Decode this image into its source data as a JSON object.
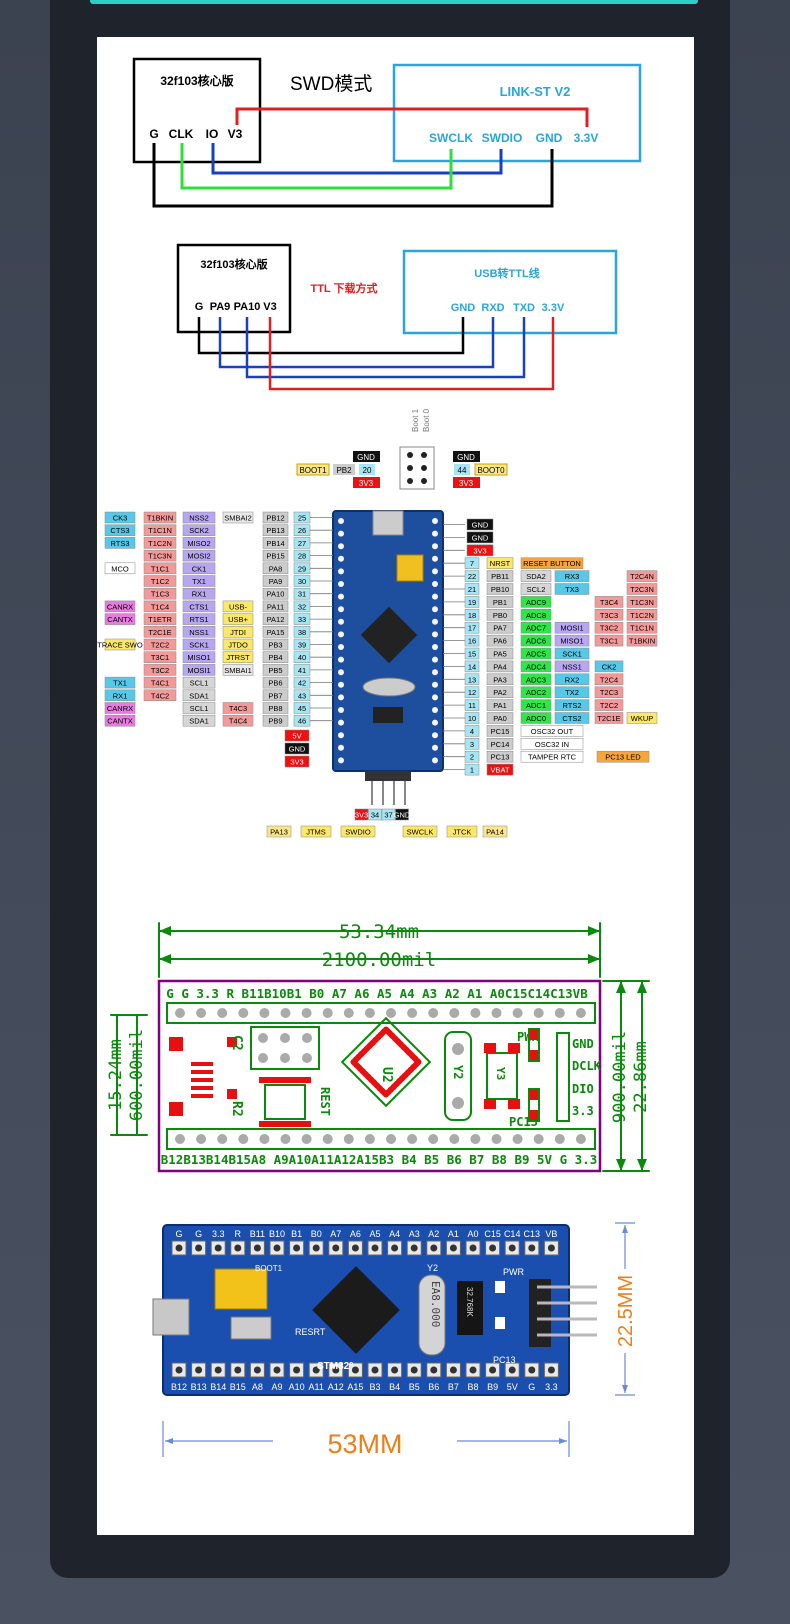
{
  "swd": {
    "board_title": "32f103核心版",
    "mode_label": "SWD模式",
    "board_pins": [
      "G",
      "CLK",
      "IO",
      "V3"
    ],
    "programmer_title": "LINK-ST V2",
    "programmer_pins": [
      "SWCLK",
      "SWDIO",
      "GND",
      "3.3V"
    ]
  },
  "ttl": {
    "board_title": "32f103核心版",
    "mode_label": "TTL 下载方式",
    "board_pins": [
      "G",
      "PA9",
      "PA10",
      "V3"
    ],
    "adapter_title": "USB转TTL线",
    "adapter_pins": [
      "GND",
      "RXD",
      "TXD",
      "3.3V"
    ]
  },
  "pinout": {
    "boot_labels": [
      "Boot 1",
      "Boot 0"
    ],
    "top_left": [
      "GND",
      "3V3"
    ],
    "top_right": [
      "GND",
      "3V3"
    ],
    "boot1_row": [
      "BOOT1",
      "PB2",
      "20"
    ],
    "boot0_row": [
      "44",
      "BOOT0"
    ],
    "left_pins": [
      {
        "alt": [
          "CK3",
          "T1BKIN",
          "NSS2",
          "SMBAI2"
        ],
        "pin": "PB12",
        "num": "25"
      },
      {
        "alt": [
          "CTS3",
          "T1C1N",
          "SCK2",
          ""
        ],
        "pin": "PB13",
        "num": "26"
      },
      {
        "alt": [
          "RTS3",
          "T1C2N",
          "MISO2",
          ""
        ],
        "pin": "PB14",
        "num": "27"
      },
      {
        "alt": [
          "",
          "T1C3N",
          "MOSI2",
          ""
        ],
        "pin": "PB15",
        "num": "28"
      },
      {
        "alt": [
          "MCO",
          "T1C1",
          "CK1",
          ""
        ],
        "pin": "PA8",
        "num": "29"
      },
      {
        "alt": [
          "",
          "T1C2",
          "TX1",
          ""
        ],
        "pin": "PA9",
        "num": "30"
      },
      {
        "alt": [
          "",
          "T1C3",
          "RX1",
          ""
        ],
        "pin": "PA10",
        "num": "31"
      },
      {
        "alt": [
          "CANRX",
          "T1C4",
          "CTS1",
          "USB-"
        ],
        "pin": "PA11",
        "num": "32"
      },
      {
        "alt": [
          "CANTX",
          "T1ETR",
          "RTS1",
          "USB+"
        ],
        "pin": "PA12",
        "num": "33"
      },
      {
        "alt": [
          "",
          "T2C1E",
          "NSS1",
          "JTDI"
        ],
        "pin": "PA15",
        "num": "38"
      },
      {
        "alt": [
          "TRACE SWO",
          "T2C2",
          "SCK1",
          "JTDO"
        ],
        "pin": "PB3",
        "num": "39"
      },
      {
        "alt": [
          "",
          "T3C1",
          "MISO1",
          "JTRST"
        ],
        "pin": "PB4",
        "num": "40"
      },
      {
        "alt": [
          "",
          "T3C2",
          "MOSI1",
          "SMBAI1"
        ],
        "pin": "PB5",
        "num": "41"
      },
      {
        "alt": [
          "TX1",
          "T4C1",
          "SCL1",
          ""
        ],
        "pin": "PB6",
        "num": "42"
      },
      {
        "alt": [
          "RX1",
          "T4C2",
          "SDA1",
          ""
        ],
        "pin": "PB7",
        "num": "43"
      },
      {
        "alt": [
          "CANRX",
          "",
          "SCL1",
          "T4C3"
        ],
        "pin": "PB8",
        "num": "45"
      },
      {
        "alt": [
          "CANTX",
          "",
          "SDA1",
          "T4C4"
        ],
        "pin": "PB9",
        "num": "46"
      }
    ],
    "left_bottom": [
      "5V",
      "GND",
      "3V3"
    ],
    "right_pins": [
      {
        "num": "",
        "pin": "GND",
        "alt": []
      },
      {
        "num": "",
        "pin": "GND",
        "alt": []
      },
      {
        "num": "",
        "pin": "3V3",
        "alt": []
      },
      {
        "num": "7",
        "pin": "NRST",
        "alt": [
          "RESET BUTTON"
        ]
      },
      {
        "num": "22",
        "pin": "PB11",
        "alt": [
          "SDA2",
          "RX3",
          "",
          "T2C4N"
        ]
      },
      {
        "num": "21",
        "pin": "PB10",
        "alt": [
          "SCL2",
          "TX3",
          "",
          "T2C3N"
        ]
      },
      {
        "num": "19",
        "pin": "PB1",
        "alt": [
          "ADC9",
          "",
          "T3C4",
          "T1C3N"
        ]
      },
      {
        "num": "18",
        "pin": "PB0",
        "alt": [
          "ADC8",
          "",
          "T3C3",
          "T1C2N"
        ]
      },
      {
        "num": "17",
        "pin": "PA7",
        "alt": [
          "ADC7",
          "MOSI1",
          "T3C2",
          "T1C1N"
        ]
      },
      {
        "num": "16",
        "pin": "PA6",
        "alt": [
          "ADC6",
          "MISO1",
          "T3C1",
          "T1BKIN"
        ]
      },
      {
        "num": "15",
        "pin": "PA5",
        "alt": [
          "ADC5",
          "SCK1",
          "",
          ""
        ]
      },
      {
        "num": "14",
        "pin": "PA4",
        "alt": [
          "ADC4",
          "NSS1",
          "CK2",
          ""
        ]
      },
      {
        "num": "13",
        "pin": "PA3",
        "alt": [
          "ADC3",
          "RX2",
          "T2C4",
          ""
        ]
      },
      {
        "num": "12",
        "pin": "PA2",
        "alt": [
          "ADC2",
          "TX2",
          "T2C3",
          ""
        ]
      },
      {
        "num": "11",
        "pin": "PA1",
        "alt": [
          "ADC1",
          "RTS2",
          "T2C2",
          ""
        ]
      },
      {
        "num": "10",
        "pin": "PA0",
        "alt": [
          "ADC0",
          "CTS2",
          "T2C1E",
          "WKUP"
        ]
      },
      {
        "num": "4",
        "pin": "PC15",
        "alt": [
          "OSC32 OUT"
        ]
      },
      {
        "num": "3",
        "pin": "PC14",
        "alt": [
          "OSC32 IN"
        ]
      },
      {
        "num": "2",
        "pin": "PC13",
        "alt": [
          "TAMPER RTC",
          "PC13 LED"
        ]
      },
      {
        "num": "1",
        "pin": "VBAT",
        "alt": []
      }
    ],
    "bottom_pins": [
      "3V3",
      "34",
      "37",
      "GND"
    ],
    "bottom_labels": [
      "PA13",
      "JTMS",
      "SWDIO",
      "SWCLK",
      "JTCK",
      "PA14"
    ]
  },
  "dimension": {
    "width_mm": "53.34mm",
    "width_mil": "2100.00mil",
    "height_mm": "22.86mm",
    "height_mil": "900.00mil",
    "inner_mm": "15.24mm",
    "inner_mil": "600.00mil",
    "top_labels": "G  G  3.3  R  B11B10B1  B0  A7  A6  A5  A4  A3  A2  A1  A0C15C14C13VB",
    "bottom_labels": "B12B13B14B15A8  A9A10A11A12A15B3  B4  B5  B6  B7  B8  B9  5V  G  3.3",
    "marks": [
      "C2",
      "R2",
      "REST",
      "U2",
      "Y2",
      "Y3",
      "PWR",
      "PC13",
      "GND",
      "DCLK",
      "DIO",
      "3.3"
    ]
  },
  "photo": {
    "top_labels": [
      "G",
      "G",
      "3.3",
      "R",
      "B11",
      "B10",
      "B1",
      "B0",
      "A7",
      "A6",
      "A5",
      "A4",
      "A3",
      "A2",
      "A1",
      "A0",
      "C15",
      "C14",
      "C13",
      "VB"
    ],
    "bottom_labels": [
      "B12",
      "B13",
      "B14",
      "B15",
      "A8",
      "A9",
      "A10",
      "A11",
      "A12",
      "A15",
      "B3",
      "B4",
      "B5",
      "B6",
      "B7",
      "B8",
      "B9",
      "5V",
      "G",
      "3.3"
    ],
    "chip_text": [
      "STM32°"
    ],
    "crystal_text": "EA8.000",
    "board_marks": [
      "BOOT1",
      "RESRT",
      "PWR",
      "PC13",
      "Y2",
      "32.768K"
    ],
    "width_label": "53MM",
    "height_label": "22.5MM"
  }
}
